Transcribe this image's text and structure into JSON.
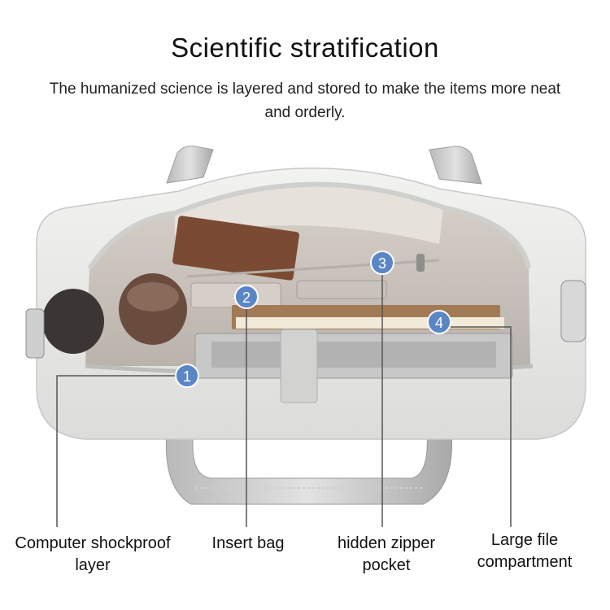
{
  "header": {
    "title": "Scientific stratification",
    "subtitle": "The humanized science is layered and stored to make the items more neat and orderly."
  },
  "callouts": [
    {
      "number": "1",
      "label_lines": [
        "Computer shockproof",
        "layer"
      ]
    },
    {
      "number": "2",
      "label_lines": [
        "Insert bag"
      ]
    },
    {
      "number": "3",
      "label_lines": [
        "hidden zipper",
        "pocket"
      ]
    },
    {
      "number": "4",
      "label_lines": [
        "Large file",
        "compartment"
      ]
    }
  ],
  "colors": {
    "badge": "#5b86c6",
    "bag_shell": "#e8e8e6",
    "lining": "#c9c4be",
    "leader_line": "#555555"
  }
}
